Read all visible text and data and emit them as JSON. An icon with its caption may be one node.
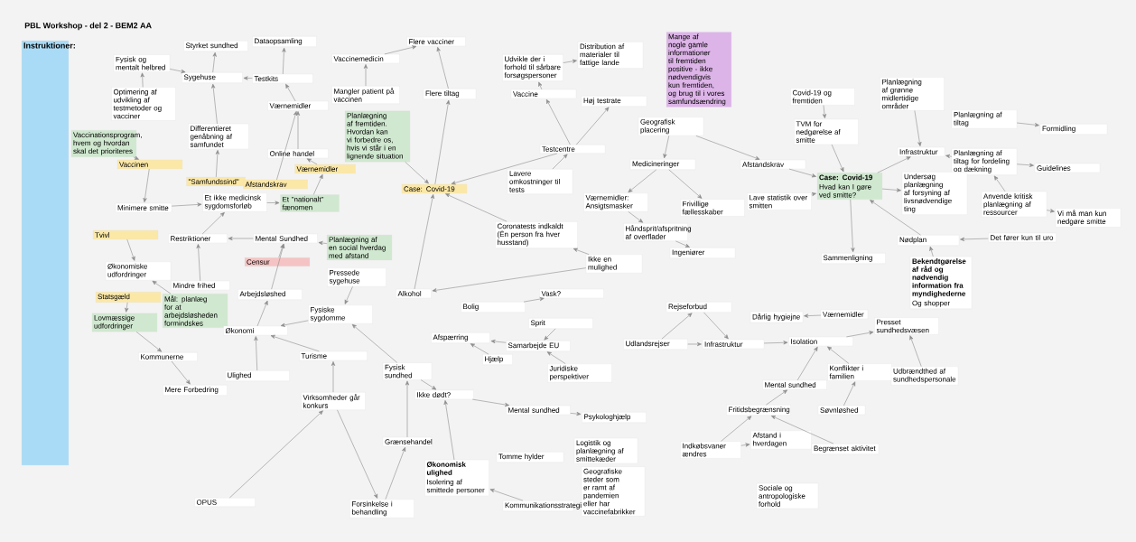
{
  "diagram": {
    "title": "PBL Workshop - del 2 - BEM2 AA",
    "nodes": [
      {
        "text": [
          "Instruktioner:"
        ]
      },
      {
        "text": [
          "Styrket sundhed"
        ]
      },
      {
        "text": [
          "Dataopsamling"
        ]
      },
      {
        "text": [
          "Sygehuse"
        ]
      },
      {
        "text": [
          "Testkits"
        ]
      },
      {
        "text": [
          "Fysisk og mentalt helbred"
        ]
      },
      {
        "text": [
          "Vaccinemedicin"
        ]
      },
      {
        "text": [
          "Mangler patient på vaccinen"
        ]
      },
      {
        "text": [
          "Flere vacciner"
        ]
      },
      {
        "text": [
          "Flere tiltag"
        ]
      },
      {
        "text": [
          "Case: Covid-19"
        ]
      },
      {
        "text": [
          "Optimering af udvikling af testmetoder og vacciner"
        ]
      },
      {
        "text": [
          "Differentieret genåbning af samfundet"
        ]
      },
      {
        "text": [
          "Vaccinationsprogram, hvem og hvordan skal det prioriteres"
        ]
      },
      {
        "text": [
          "Værnemidler"
        ]
      },
      {
        "text": [
          "Planlægning af fremtiden. Hvordan kan vi forbedre os, hvis vi står i en lignende situation"
        ]
      },
      {
        "text": [
          "Online handel"
        ]
      },
      {
        "text": [
          "Vaccinen"
        ]
      },
      {
        "text": [
          "\"Samfundssind\""
        ]
      },
      {
        "text": [
          "Afstandskrav"
        ]
      },
      {
        "text": [
          "Værnemidler"
        ]
      },
      {
        "text": [
          "Minimere smitte"
        ]
      },
      {
        "text": [
          "Et ikke medicinsk sygdomsforløb"
        ]
      },
      {
        "text": [
          "Et \"nationalt\" fænomen"
        ]
      },
      {
        "text": [
          "Restriktioner"
        ]
      },
      {
        "text": [
          "Mental Sundhed"
        ]
      },
      {
        "text": [
          "Planlægning af en social hverdag med afstand"
        ]
      },
      {
        "text": [
          "Tvivl"
        ]
      },
      {
        "text": [
          "Økonomiske udfordringer"
        ]
      },
      {
        "text": [
          "Censur"
        ]
      },
      {
        "text": [
          "Mindre frihed"
        ]
      },
      {
        "text": [
          "Arbejdsløshed"
        ]
      },
      {
        "text": [
          "Pressede sygehuse"
        ]
      },
      {
        "text": [
          "Alkohol"
        ]
      },
      {
        "text": [
          "Statsgæld"
        ]
      },
      {
        "text": [
          "Mål: planlæg for at arbejdsløsheden formindskes"
        ]
      },
      {
        "text": [
          "Lovmæssige udfordringer"
        ]
      },
      {
        "text": [
          "Økonomi"
        ]
      },
      {
        "text": [
          "Fysiske sygdomme"
        ]
      },
      {
        "text": [
          "Kommunerne"
        ]
      },
      {
        "text": [
          "Ulighed"
        ]
      },
      {
        "text": [
          "Turisme"
        ]
      },
      {
        "text": [
          "Fysisk sundhed"
        ]
      },
      {
        "text": [
          "Mere Forbedring"
        ]
      },
      {
        "text": [
          "Virksomheder går konkurs"
        ]
      },
      {
        "text": [
          "Grænsehandel"
        ]
      },
      {
        "text": [
          "OPUS"
        ]
      },
      {
        "text": [
          "Forsinkelse i behandling"
        ]
      },
      {
        "text": [
          "Udvikle der i forhold til sårbare forsøgspersoner"
        ]
      },
      {
        "text": [
          "Distribution af materialer til fattige lande"
        ]
      },
      {
        "text": [
          "Mange af nogle gamle informationer til fremtiden positive - ikke nødvendigvis kun fremtiden, og brug til i vores samfundsændring"
        ]
      },
      {
        "text": [
          "Vaccine"
        ]
      },
      {
        "text": [
          "Høj testrate"
        ]
      },
      {
        "text": [
          "Testcentre"
        ]
      },
      {
        "text": [
          "Geografisk placering"
        ]
      },
      {
        "text": [
          "Lavere omkostninger til tests"
        ]
      },
      {
        "text": [
          "Medicineringer"
        ]
      },
      {
        "text": [
          "Afstandskrav"
        ]
      },
      {
        "text": [
          "Værnemidler: Ansigtsmasker"
        ]
      },
      {
        "text": [
          "Frivillige fællesskaber"
        ]
      },
      {
        "text": [
          "Lave statistik over smitten"
        ]
      },
      {
        "text": [
          "Håndsprit/afspritning af overflader"
        ]
      },
      {
        "text": [
          "Ingeniører"
        ]
      },
      {
        "text": [
          "Coronatests indkaldt (Én person fra hver husstand)"
        ]
      },
      {
        "text": [
          "Ikke en mulighed"
        ]
      },
      {
        "text": [
          "Case: Covid-19",
          "Hvad kan I gøre ved smitte?"
        ]
      },
      {
        "text": [
          "Covid-19 og fremtiden"
        ]
      },
      {
        "text": [
          "TVM for nedgørelse af smitte"
        ]
      },
      {
        "text": [
          "Sammenligning"
        ]
      },
      {
        "text": [
          "Planlægning af grønne midlertidige områder"
        ]
      },
      {
        "text": [
          "Planlægning af tiltag"
        ]
      },
      {
        "text": [
          "Formidling"
        ]
      },
      {
        "text": [
          "Infrastruktur"
        ]
      },
      {
        "text": [
          "Planlægning af tiltag for fordeling og dækning"
        ]
      },
      {
        "text": [
          "Guidelines"
        ]
      },
      {
        "text": [
          "Undersøg planlægning af forsyning af livsnødvendige ting"
        ]
      },
      {
        "text": [
          "Anvende kritisk planlægning af ressourcer"
        ]
      },
      {
        "text": [
          "Vi må man kun nedgøre smitte"
        ]
      },
      {
        "text": [
          "Nødplan"
        ]
      },
      {
        "text": [
          "Det fører kun til uro"
        ]
      },
      {
        "text": [
          "Bekendtgørelse af råd og nødvendig information fra myndighederne",
          "Og shopper"
        ]
      },
      {
        "text": [
          "Vask?"
        ]
      },
      {
        "text": [
          "Bolig"
        ]
      },
      {
        "text": [
          "Sprit"
        ]
      },
      {
        "text": [
          "Afspærring"
        ]
      },
      {
        "text": [
          "Samarbejde EU"
        ]
      },
      {
        "text": [
          "Hjælp"
        ]
      },
      {
        "text": [
          "Juridiske perspektiver"
        ]
      },
      {
        "text": [
          "Udlandsrejser"
        ]
      },
      {
        "text": [
          "Rejseforbud"
        ]
      },
      {
        "text": [
          "Infrastruktur"
        ]
      },
      {
        "text": [
          "Dårlig hygiejne"
        ]
      },
      {
        "text": [
          "Værnemidler"
        ]
      },
      {
        "text": [
          "Isolation"
        ]
      },
      {
        "text": [
          "Mental sundhed"
        ]
      },
      {
        "text": [
          "Konflikter i familien"
        ]
      },
      {
        "text": [
          "Ikke dødt?"
        ]
      },
      {
        "text": [
          "Mental sundhed"
        ]
      },
      {
        "text": [
          "Psykologhjælp"
        ]
      },
      {
        "text": [
          "Fritidsbegrænsning"
        ]
      },
      {
        "text": [
          "Søvnløshed"
        ]
      },
      {
        "text": [
          "Økonomisk ulighed",
          "Isolering af smittede personer"
        ]
      },
      {
        "text": [
          "Tomme hylder"
        ]
      },
      {
        "text": [
          "Logistik og planlægning af smittekæder"
        ]
      },
      {
        "text": [
          "Geografiske steder som er ramt af pandemien eller har vaccinefabrikker"
        ]
      },
      {
        "text": [
          "Kommunikationsstrategi"
        ]
      },
      {
        "text": [
          "Indkøbsvaner ændres"
        ]
      },
      {
        "text": [
          "Afstand i hverdagen"
        ]
      },
      {
        "text": [
          "Sociale og antropologiske forhold"
        ]
      },
      {
        "text": [
          "Begrænset aktivitet"
        ]
      },
      {
        "text": [
          "Presset sundhedsvæsen"
        ]
      },
      {
        "text": [
          "Udbrændthed af sundhedspersonale"
        ]
      }
    ],
    "edges": [
      {
        "from": 6,
        "to": 8,
        "arrow": "to"
      },
      {
        "from": 7,
        "to": 6,
        "arrow": "to"
      },
      {
        "from": 9,
        "to": 8,
        "arrow": "to"
      },
      {
        "from": 10,
        "to": 9,
        "arrow": "to"
      },
      {
        "from": 4,
        "to": 2,
        "arrow": "to"
      },
      {
        "from": 4,
        "to": 3,
        "arrow": "to"
      },
      {
        "from": 3,
        "to": 1,
        "arrow": "to"
      },
      {
        "from": 5,
        "to": 3,
        "arrow": "to"
      },
      {
        "from": 11,
        "to": 5,
        "arrow": "to"
      },
      {
        "from": 12,
        "to": 3,
        "arrow": "to"
      },
      {
        "from": 14,
        "to": 4,
        "arrow": "to"
      },
      {
        "from": 16,
        "to": 14,
        "arrow": "to"
      },
      {
        "from": 20,
        "to": 16,
        "arrow": "to"
      },
      {
        "from": 15,
        "to": 10,
        "arrow": "to"
      },
      {
        "from": 13,
        "to": 17,
        "arrow": "to"
      },
      {
        "from": 17,
        "to": 21,
        "arrow": "to"
      },
      {
        "from": 18,
        "to": 12,
        "arrow": "to"
      },
      {
        "from": 19,
        "to": 14,
        "arrow": "to"
      },
      {
        "from": 21,
        "to": 22,
        "arrow": "to"
      },
      {
        "from": 22,
        "to": 23,
        "arrow": "to"
      },
      {
        "from": 23,
        "to": 20,
        "arrow": "to"
      },
      {
        "from": 24,
        "to": 22,
        "arrow": "to"
      },
      {
        "from": 25,
        "to": 24,
        "arrow": "to"
      },
      {
        "from": 26,
        "to": 25,
        "arrow": "to"
      },
      {
        "from": 27,
        "to": 28,
        "arrow": "to"
      },
      {
        "from": 29,
        "to": 25,
        "arrow": "to"
      },
      {
        "from": 30,
        "to": 24,
        "arrow": "to"
      },
      {
        "from": 31,
        "to": 25,
        "arrow": "to"
      },
      {
        "from": 32,
        "to": 38,
        "arrow": "to"
      },
      {
        "from": 34,
        "to": 36,
        "arrow": "to"
      },
      {
        "from": 35,
        "to": 28,
        "arrow": "to"
      },
      {
        "from": 36,
        "to": 39,
        "arrow": "to"
      },
      {
        "from": 39,
        "to": 43,
        "arrow": "to"
      },
      {
        "from": 37,
        "to": 31,
        "arrow": "to"
      },
      {
        "from": 38,
        "to": 37,
        "arrow": "to"
      },
      {
        "from": 40,
        "to": 37,
        "arrow": "to"
      },
      {
        "from": 41,
        "to": 37,
        "arrow": "to"
      },
      {
        "from": 42,
        "to": 38,
        "arrow": "to"
      },
      {
        "from": 44,
        "to": 41,
        "arrow": "to"
      },
      {
        "from": 46,
        "to": 44,
        "arrow": "to"
      },
      {
        "from": 47,
        "to": 45,
        "arrow": "to"
      },
      {
        "from": 45,
        "to": 42,
        "arrow": "to"
      },
      {
        "from": 33,
        "to": 10,
        "arrow": "to"
      },
      {
        "from": 48,
        "to": 49,
        "arrow": "to"
      },
      {
        "from": 51,
        "to": 48,
        "arrow": "to"
      },
      {
        "from": 53,
        "to": 51,
        "arrow": "to"
      },
      {
        "from": 53,
        "to": 52,
        "arrow": "to"
      },
      {
        "from": 53,
        "to": 10,
        "arrow": "to"
      },
      {
        "from": 55,
        "to": 53,
        "arrow": "to"
      },
      {
        "from": 54,
        "to": 56,
        "arrow": "to"
      },
      {
        "from": 54,
        "to": 57,
        "arrow": "to"
      },
      {
        "from": 56,
        "to": 58,
        "arrow": "to"
      },
      {
        "from": 56,
        "to": 59,
        "arrow": "to"
      },
      {
        "from": 58,
        "to": 61,
        "arrow": "to"
      },
      {
        "from": 61,
        "to": 62,
        "arrow": "to"
      },
      {
        "from": 63,
        "to": 10,
        "arrow": "to"
      },
      {
        "from": 64,
        "to": 63,
        "arrow": "to"
      },
      {
        "from": 57,
        "to": 65,
        "arrow": "to"
      },
      {
        "from": 60,
        "to": 65,
        "arrow": "to"
      },
      {
        "from": 66,
        "to": 67,
        "arrow": "to"
      },
      {
        "from": 67,
        "to": 65,
        "arrow": "to"
      },
      {
        "from": 65,
        "to": 72,
        "arrow": "to"
      },
      {
        "from": 65,
        "to": 75,
        "arrow": "to"
      },
      {
        "from": 65,
        "to": 68,
        "arrow": "to"
      },
      {
        "from": 69,
        "to": 72,
        "arrow": "to"
      },
      {
        "from": 70,
        "to": 71,
        "arrow": "to"
      },
      {
        "from": 73,
        "to": 72,
        "arrow": "to"
      },
      {
        "from": 73,
        "to": 74,
        "arrow": "to"
      },
      {
        "from": 76,
        "to": 73,
        "arrow": "to"
      },
      {
        "from": 76,
        "to": 77,
        "arrow": "to"
      },
      {
        "from": 79,
        "to": 78,
        "arrow": "to"
      },
      {
        "from": 78,
        "to": 65,
        "arrow": "to"
      },
      {
        "from": 80,
        "to": 78,
        "arrow": "to"
      },
      {
        "from": 82,
        "to": 81,
        "arrow": "to"
      },
      {
        "from": 83,
        "to": 85,
        "arrow": "to"
      },
      {
        "from": 85,
        "to": 84,
        "arrow": "to"
      },
      {
        "from": 86,
        "to": 84,
        "arrow": "to"
      },
      {
        "from": 88,
        "to": 89,
        "arrow": "to"
      },
      {
        "from": 89,
        "to": 90,
        "arrow": "to"
      },
      {
        "from": 88,
        "to": 90,
        "arrow": "to"
      },
      {
        "from": 92,
        "to": 91,
        "arrow": "to"
      },
      {
        "from": 90,
        "to": 93,
        "arrow": "to"
      },
      {
        "from": 94,
        "to": 93,
        "arrow": "to"
      },
      {
        "from": 95,
        "to": 93,
        "arrow": "to"
      },
      {
        "from": 96,
        "to": 97,
        "arrow": "to"
      },
      {
        "from": 97,
        "to": 98,
        "arrow": "to"
      },
      {
        "from": 99,
        "to": 94,
        "arrow": "to"
      },
      {
        "from": 100,
        "to": 95,
        "arrow": "to"
      },
      {
        "from": 106,
        "to": 99,
        "arrow": "to"
      },
      {
        "from": 106,
        "to": 107,
        "arrow": "to"
      },
      {
        "from": 109,
        "to": 99,
        "arrow": "to"
      },
      {
        "from": 93,
        "to": 110,
        "arrow": "to"
      },
      {
        "from": 111,
        "to": 110,
        "arrow": "to"
      },
      {
        "from": 101,
        "to": 96,
        "arrow": "to"
      },
      {
        "from": 105,
        "to": 101,
        "arrow": "to"
      },
      {
        "from": 87,
        "to": 85,
        "arrow": "to"
      },
      {
        "from": 42,
        "to": 96,
        "arrow": "to"
      },
      {
        "from": 64,
        "to": 33,
        "arrow": "to"
      },
      {
        "from": 44,
        "to": 47,
        "arrow": "to"
      }
    ]
  }
}
